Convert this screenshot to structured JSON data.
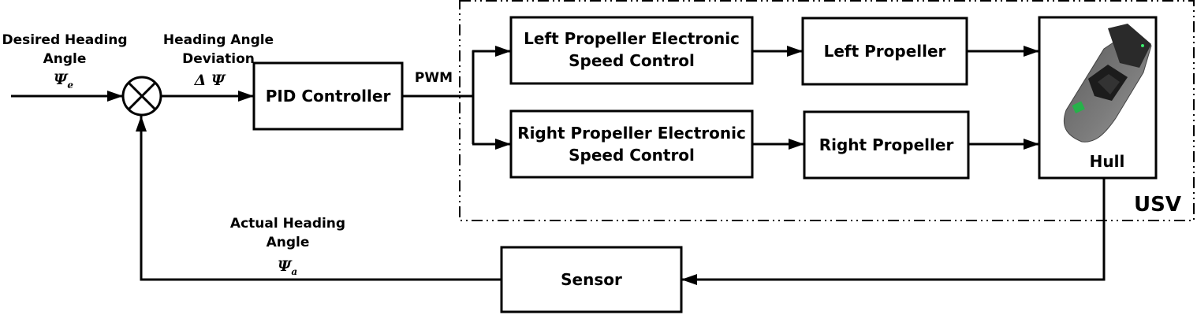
{
  "diagram": {
    "title": "USV heading control loop",
    "inputs": {
      "desired": {
        "line1": "Desired Heading",
        "line2": "Angle",
        "symbol": "Ψ",
        "subscript": "e"
      },
      "deviation": {
        "line1": "Heading Angle",
        "line2": "Deviation",
        "symbol": "Δ Ψ"
      },
      "actual": {
        "line1": "Actual Heading",
        "line2": "Angle",
        "symbol": "Ψ",
        "subscript": "a"
      }
    },
    "signals": {
      "pwm": "PWM"
    },
    "blocks": {
      "pid": "PID Controller",
      "left_esc": {
        "line1": "Left Propeller Electronic",
        "line2": "Speed Control"
      },
      "right_esc": {
        "line1": "Right Propeller Electronic",
        "line2": "Speed Control"
      },
      "left_prop": "Left Propeller",
      "right_prop": "Right Propeller",
      "hull": "Hull",
      "sensor": "Sensor"
    },
    "group_label": "USV",
    "summing_junction": "multiply-junction"
  }
}
